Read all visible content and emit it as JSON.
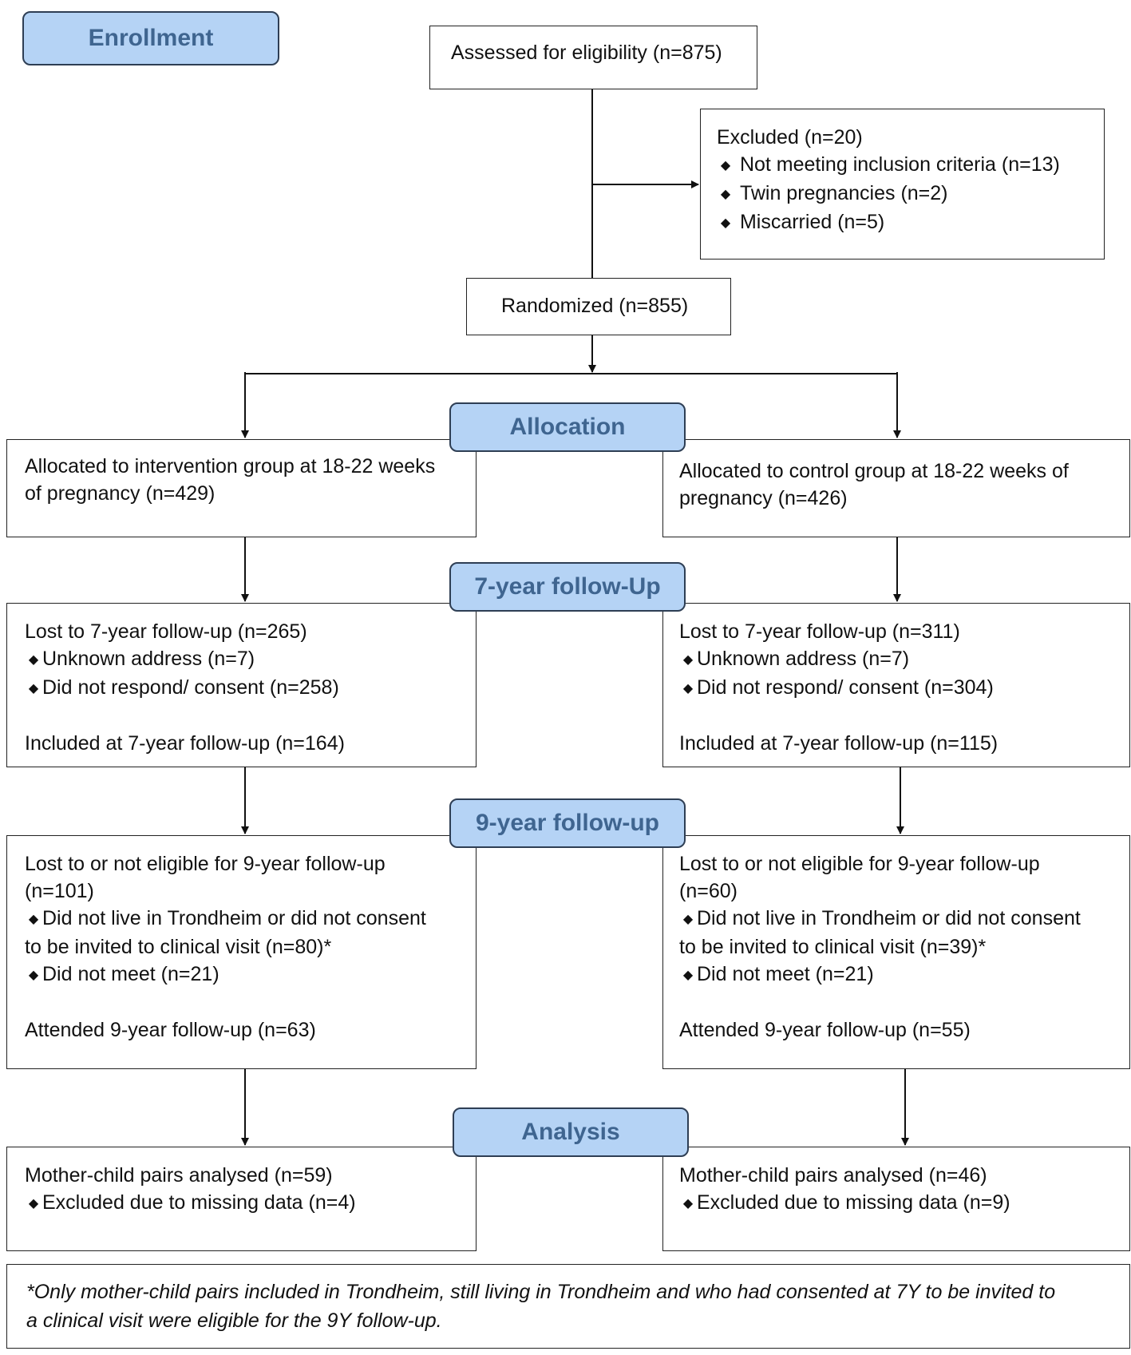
{
  "stages": {
    "enrollment": "Enrollment",
    "allocation": "Allocation",
    "followup7": "7-year follow-Up",
    "followup9": "9-year follow-up",
    "analysis": "Analysis"
  },
  "assessed": "Assessed for eligibility (n=875)",
  "excluded": {
    "title": "Excluded (n=20)",
    "items": [
      "Not meeting inclusion criteria (n=13)",
      "Twin pregnancies (n=2)",
      "Miscarried (n=5)"
    ]
  },
  "randomized": "Randomized (n=855)",
  "intervention": {
    "allocated": [
      "Allocated to intervention group at 18-22 weeks",
      "of pregnancy (n=429)"
    ],
    "lost7": {
      "title": "Lost to 7-year follow-up (n=265)",
      "items": [
        "Unknown address (n=7)",
        "Did not respond/ consent (n=258)"
      ],
      "included": "Included at 7-year follow-up (n=164)"
    },
    "lost9": {
      "title": [
        "Lost to or not eligible for 9-year follow-up",
        "(n=101)"
      ],
      "item1": [
        "Did not live in Trondheim or did not consent",
        "to be invited to clinical visit (n=80)*"
      ],
      "item2": "Did not meet (n=21)",
      "attended": "Attended 9-year follow-up (n=63)"
    },
    "analysis": {
      "title": "Mother-child pairs analysed (n=59)",
      "item": "Excluded due to missing data (n=4)"
    }
  },
  "control": {
    "allocated": [
      "Allocated to control group at 18-22 weeks of",
      "pregnancy (n=426)"
    ],
    "lost7": {
      "title": "Lost to 7-year follow-up (n=311)",
      "items": [
        "Unknown address (n=7)",
        "Did not respond/ consent (n=304)"
      ],
      "included": "Included at 7-year follow-up (n=115)"
    },
    "lost9": {
      "title": [
        "Lost to or not eligible for 9-year follow-up",
        "(n=60)"
      ],
      "item1": [
        "Did not live in Trondheim or did not consent",
        "to be invited to clinical visit (n=39)*"
      ],
      "item2": "Did not meet (n=21)",
      "attended": "Attended 9-year follow-up (n=55)"
    },
    "analysis": {
      "title": "Mother-child pairs analysed (n=46)",
      "item": "Excluded due to missing data (n=9)"
    }
  },
  "footnote": [
    "*Only mother-child pairs included in Trondheim, still living in Trondheim and who had consented at 7Y to be invited to",
    "a clinical visit were eligible for the 9Y follow-up."
  ]
}
